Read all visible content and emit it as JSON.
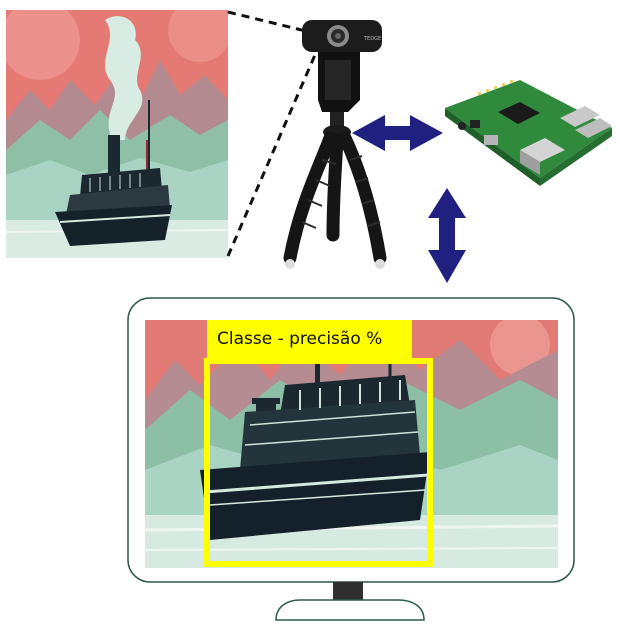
{
  "detection": {
    "label_text": "Classe - precisão %",
    "box_color": "#ffff00"
  },
  "webcam": {
    "brand": "TEDGE"
  },
  "components": [
    {
      "name": "source-image",
      "icon": "steamboat-illustration"
    },
    {
      "name": "webcam",
      "icon": "webcam-on-tripod-icon"
    },
    {
      "name": "raspberry-pi",
      "icon": "raspberry-pi-board-icon"
    },
    {
      "name": "monitor",
      "icon": "monitor-icon"
    }
  ],
  "connections": [
    {
      "from": "webcam",
      "to": "raspberry-pi",
      "type": "bidirectional",
      "color": "#1f2080"
    },
    {
      "from": "raspberry-pi",
      "to": "monitor",
      "type": "bidirectional",
      "color": "#1f2080"
    },
    {
      "from": "source-image",
      "to": "webcam",
      "type": "field-of-view",
      "style": "dashed"
    }
  ],
  "palette": {
    "sky_red": "#dd6a6a",
    "sea_green": "#7fb8a2",
    "ship_dark": "#1b2830",
    "arrow_navy": "#1f2080"
  }
}
